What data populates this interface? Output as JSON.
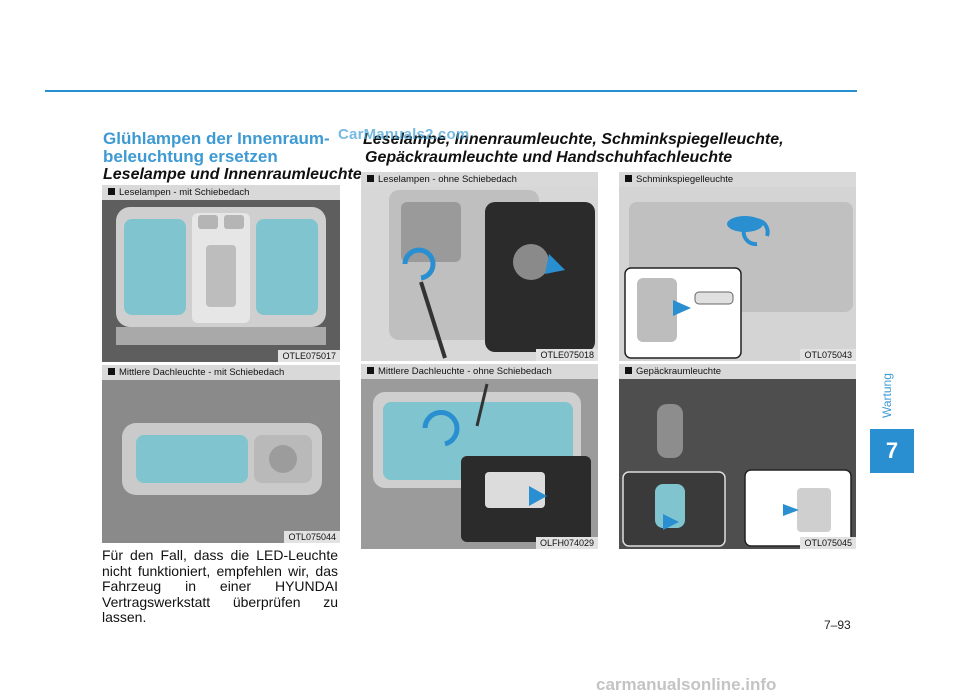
{
  "watermark": "CarManuals2.com",
  "section_title_line1": "Glühlampen der Innenraum-",
  "section_title_line2": "beleuchtung ersetzen",
  "left_subheading": "Leselampe und Innenraumleuchte",
  "right_heading_line1": "Leselampe, Innenraumleuchte, Schminkspiegelleuchte,",
  "right_heading_line2": "Gepäckraumleuchte und Handschuhfachleuchte",
  "figures": [
    {
      "caption": "Leselampen - mit Schiebedach",
      "code": "OTLE075017"
    },
    {
      "caption": "Mittlere Dachleuchte - mit Schiebedach",
      "code": "OTL075044"
    },
    {
      "caption": "Leselampen - ohne Schiebedach",
      "code": "OTLE075018"
    },
    {
      "caption": "Mittlere Dachleuchte - ohne Schiebedach",
      "code": "OLFH074029"
    },
    {
      "caption": "Schminkspiegelleuchte",
      "code": "OTL075043"
    },
    {
      "caption": "Gepäckraumleuchte",
      "code": "OTL075045"
    }
  ],
  "body_text": "Für den Fall, dass die LED-Leuchte nicht funktioniert, empfehlen wir, das Fahrzeug in einer HYUNDAI Vertragswerkstatt überprüfen zu lassen.",
  "sidebar_label": "Wartung",
  "chapter_number": "7",
  "page_number": "7–93",
  "footer_watermark": "carmanualsonline.info",
  "colors": {
    "accent": "#2a8fd0",
    "heading": "#3d9ad3",
    "lamp_lens": "#7fc4cf"
  }
}
